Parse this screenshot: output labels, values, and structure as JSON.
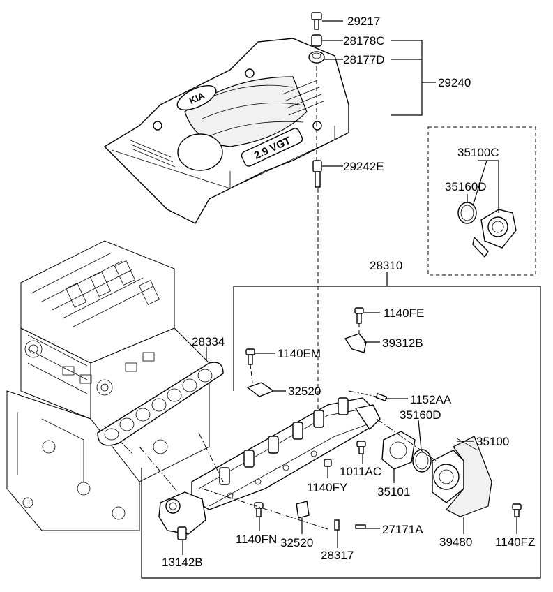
{
  "labels": {
    "bolt_cover": "29217",
    "collar": "28178C",
    "grommet": "28177D",
    "engine_cover": "29240",
    "stud": "29242E",
    "egr_assembly": "35100C",
    "egr_oring": "35160D",
    "intake_manifold": "28310",
    "bolt_fe": "1140FE",
    "bracket": "39312B",
    "gasket_manifold": "28334",
    "bolt_em": "1140EM",
    "plate_upper": "32520",
    "stud_aa": "1152AA",
    "oring_lower": "35160D",
    "throttle_body": "35100",
    "bolt_ac": "1011AC",
    "nut_fy": "1140FY",
    "gasket_throttle": "35101",
    "bolt_fn": "1140FN",
    "plate_lower": "32520",
    "dowel": "27171A",
    "pin": "28317",
    "heat_shield": "39480",
    "bolt_fz": "1140FZ",
    "actuator": "13142B"
  },
  "cover_badge": "KIA",
  "cover_model_text": "2.9 VGT"
}
